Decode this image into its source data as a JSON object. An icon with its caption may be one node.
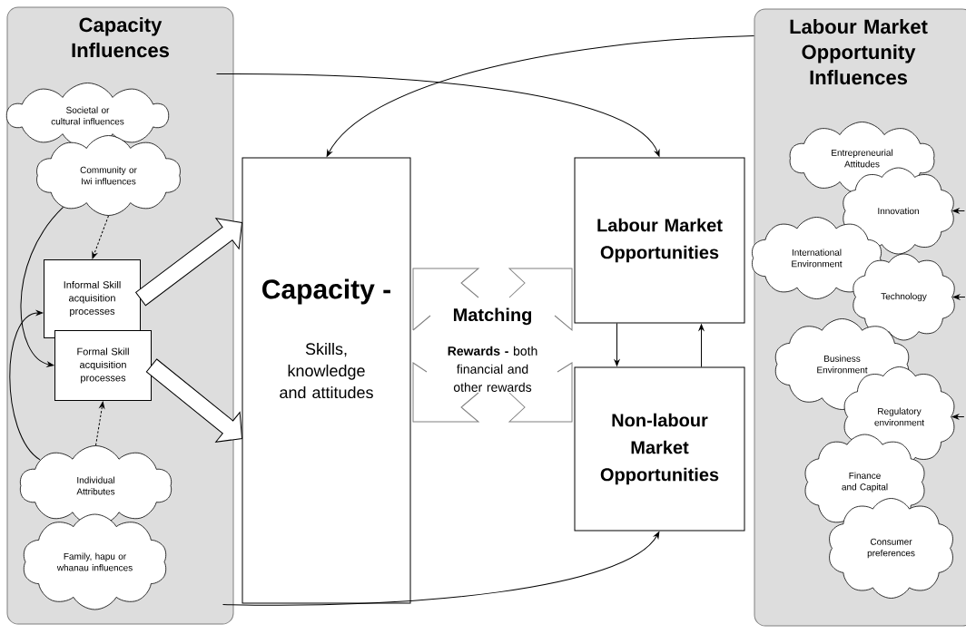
{
  "diagram": {
    "nodes": [
      {
        "text": [
          "Capacity Influences"
        ]
      },
      {
        "text": [
          "Societal or cultural influences"
        ],
        "in": 0
      },
      {
        "text": [
          "Community or Iwi influences"
        ],
        "in": 0
      },
      {
        "text": [
          "Informal Skill acquisition processes"
        ],
        "in": 0
      },
      {
        "text": [
          "Formal Skill acquisition processes"
        ],
        "in": 0
      },
      {
        "text": [
          "Individual Attributes"
        ],
        "in": 0
      },
      {
        "text": [
          "Family, hapu or whanau influences"
        ],
        "in": 0
      },
      {
        "text": [
          "Capacity -",
          "Skills, knowledge and attitudes"
        ]
      },
      {
        "text": [
          "Matching",
          "**Rewards -** both financial and other rewards"
        ]
      },
      {
        "text": [
          "Labour Market Opportunities"
        ]
      },
      {
        "text": [
          "Non-labour Market Opportunities"
        ]
      },
      {
        "text": [
          "Labour Market Opportunity Influences"
        ]
      },
      {
        "text": [
          "Entrepreneurial Attitudes"
        ],
        "in": 11
      },
      {
        "text": [
          "Innovation"
        ],
        "in": 11
      },
      {
        "text": [
          "International Environment"
        ],
        "in": 11
      },
      {
        "text": [
          "Technology"
        ],
        "in": 11
      },
      {
        "text": [
          "Business Environment"
        ],
        "in": 11
      },
      {
        "text": [
          "Regulatory environment"
        ],
        "in": 11
      },
      {
        "text": [
          "Finance and Capital"
        ],
        "in": 11
      },
      {
        "text": [
          "Consumer preferences"
        ],
        "in": 11
      }
    ],
    "edges": [
      {
        "from": 0,
        "to": 9,
        "arrow": "to"
      },
      {
        "from": 11,
        "to": 7,
        "arrow": "to"
      },
      {
        "from": 0,
        "to": 10,
        "arrow": "to"
      },
      {
        "from": 2,
        "to": 3,
        "arrow": "to",
        "style": "dashed"
      },
      {
        "from": 5,
        "to": 4,
        "arrow": "to",
        "style": "dashed"
      },
      {
        "from": 2,
        "to": 4,
        "arrow": "to"
      },
      {
        "from": 5,
        "to": 3,
        "arrow": "to"
      },
      {
        "from": 3,
        "to": 7,
        "arrow": "to",
        "style": "thick",
        "color": "#ffffff"
      },
      {
        "from": 4,
        "to": 7,
        "arrow": "to",
        "style": "thick",
        "color": "#ffffff"
      },
      {
        "from": 9,
        "to": 10,
        "arrow": "to"
      },
      {
        "from": 10,
        "to": 9,
        "arrow": "to"
      },
      {
        "from": null,
        "to": 13,
        "arrow": "to"
      },
      {
        "from": null,
        "to": 15,
        "arrow": "to"
      },
      {
        "from": null,
        "to": 17,
        "arrow": "to"
      }
    ]
  }
}
